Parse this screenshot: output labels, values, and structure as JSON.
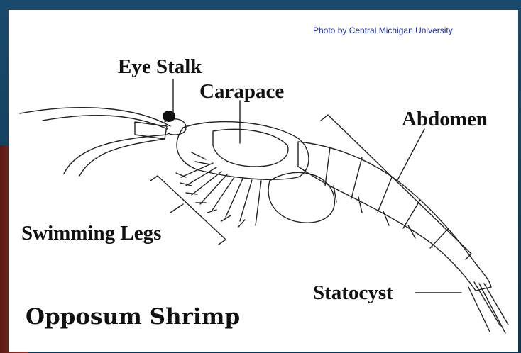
{
  "credit": "Photo by Central Michigan University",
  "labels": {
    "eye_stalk": "Eye Stalk",
    "carapace": "Carapace",
    "abdomen": "Abdomen",
    "swimming_legs": "Swimming Legs",
    "statocyst": "Statocyst"
  },
  "title": "Opposum Shrimp",
  "colors": {
    "frame": "#0d3550",
    "accent": "#7d2a22",
    "credit_text": "#1a2fb0"
  }
}
